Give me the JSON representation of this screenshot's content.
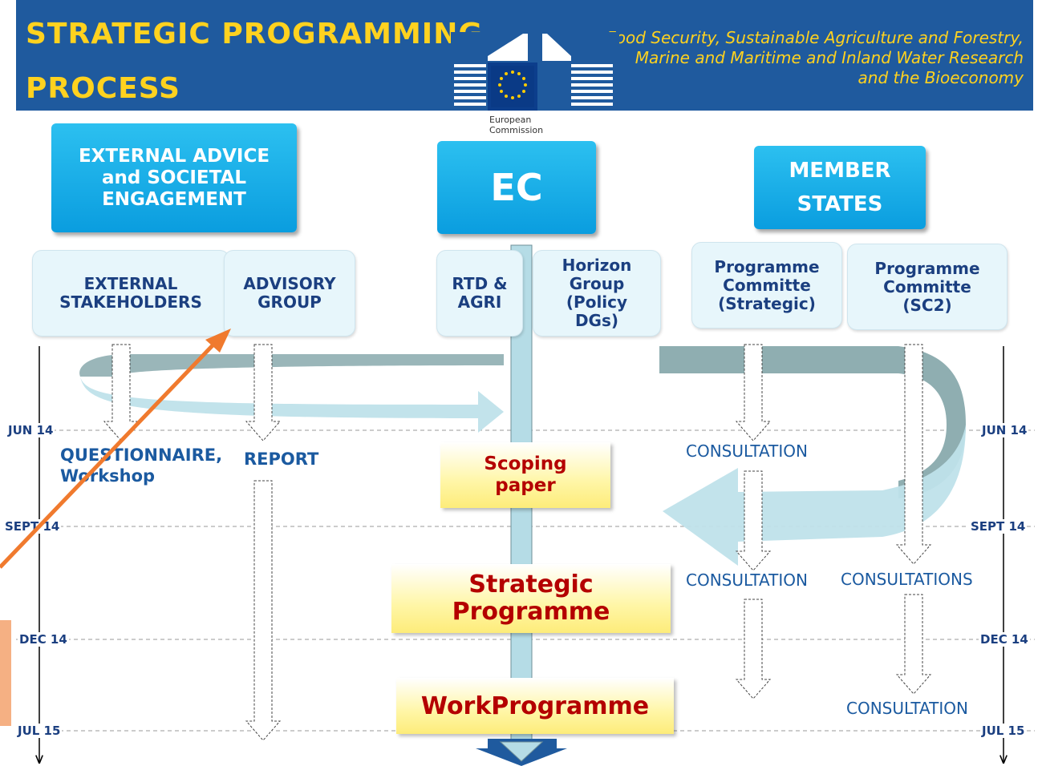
{
  "header": {
    "title_line1": "STRATEGIC PROGRAMMING",
    "title_line2": "PROCESS",
    "subtitle_line1": "Food Security, Sustainable Agriculture and Forestry,",
    "subtitle_line2": "Marine and Maritime and Inland Water Research",
    "subtitle_line3": "and the Bioeconomy",
    "logo_text": "European\nCommission"
  },
  "columns": {
    "external": "EXTERNAL ADVICE\nand SOCIETAL\nENGAGEMENT",
    "ec": "EC",
    "member_states": "MEMBER\nSTATES"
  },
  "actors": {
    "external_stakeholders": "EXTERNAL\nSTAKEHOLDERS",
    "advisory_group": "ADVISORY\nGROUP",
    "rtd_agri": "RTD &\nAGRI",
    "horizon_group": "Horizon\nGroup\n(Policy\nDGs)",
    "pc_strategic": "Programme\nCommitte\n(Strategic)",
    "pc_sc2": "Programme\nCommitte\n(SC2)"
  },
  "timeline": {
    "jun14": "JUN 14",
    "sept14": "SEPT 14",
    "dec14": "DEC 14",
    "jul15": "JUL 15"
  },
  "outputs": {
    "questionnaire": "QUESTIONNAIRE,\nWorkshop",
    "report": "REPORT",
    "scoping_paper": "Scoping\npaper",
    "strategic_programme": "Strategic\nProgramme",
    "work_programme": "WorkProgramme",
    "consultation_1": "CONSULTATION",
    "consultation_2": "CONSULTATION",
    "consultations": "CONSULTATIONS",
    "consultation_3": "CONSULTATION"
  },
  "colors": {
    "header_bg": "#1f5a9e",
    "header_text": "#ffd21f",
    "box_blue": "#0a9ddf",
    "highlight_arrow": "#f07a2e"
  }
}
